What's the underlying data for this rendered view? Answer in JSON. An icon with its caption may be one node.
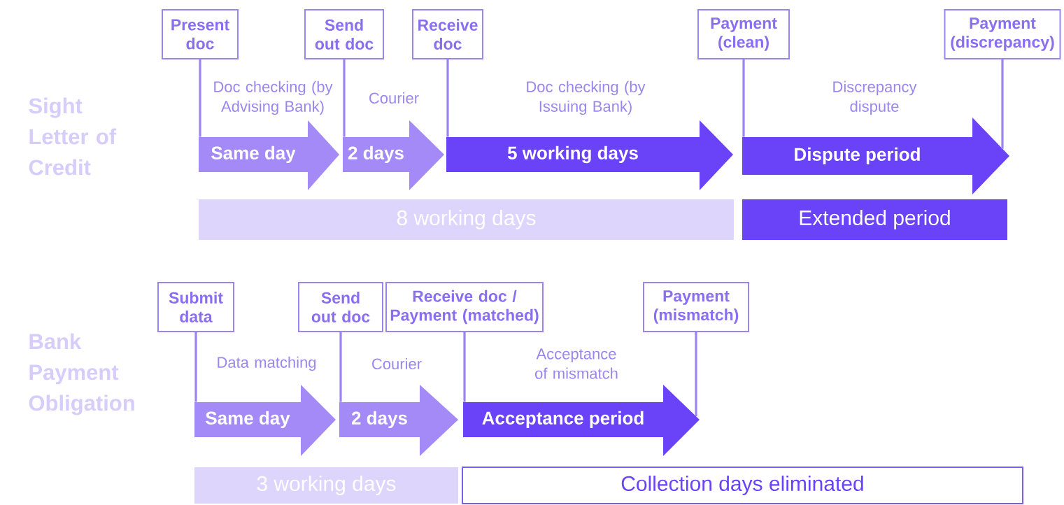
{
  "diagram": {
    "nodes": [
      {
        "text": [
          "Present doc"
        ]
      },
      {
        "text": [
          "Send out doc"
        ]
      },
      {
        "text": [
          "Receive doc"
        ]
      },
      {
        "text": [
          "Payment (clean)"
        ]
      },
      {
        "text": [
          "Payment (discrepancy)"
        ]
      },
      {
        "text": [
          "Same day"
        ],
        "beside": [
          "Doc checking (by Advising Bank)"
        ]
      },
      {
        "text": [
          "2 days"
        ],
        "beside": [
          "Courier"
        ]
      },
      {
        "text": [
          "5 working days"
        ],
        "beside": [
          "Doc checking (by Issuing Bank)"
        ]
      },
      {
        "text": [
          "Dispute period"
        ],
        "beside": [
          "Discrepancy dispute"
        ]
      },
      {
        "text": [
          "8 working days"
        ]
      },
      {
        "text": [
          "Extended period"
        ]
      },
      {
        "text": [
          "Submit data"
        ]
      },
      {
        "text": [
          "Send out doc"
        ]
      },
      {
        "text": [
          "Receive doc / Payment (matched)"
        ]
      },
      {
        "text": [
          "Payment (mismatch)"
        ]
      },
      {
        "text": [
          "Same day"
        ],
        "beside": [
          "Data matching"
        ]
      },
      {
        "text": [
          "2 days"
        ],
        "beside": [
          "Courier"
        ]
      },
      {
        "text": [
          "Acceptance period"
        ],
        "beside": [
          "Acceptance of mismatch"
        ]
      },
      {
        "text": [
          "3 working days"
        ]
      },
      {
        "text": [
          "Collection days eliminated"
        ]
      }
    ],
    "edges": [
      {
        "from": 0,
        "to": 5,
        "arrow": "none"
      },
      {
        "from": 1,
        "to": 6,
        "arrow": "none"
      },
      {
        "from": 2,
        "to": 7,
        "arrow": "none"
      },
      {
        "from": 3,
        "to": 8,
        "arrow": "none"
      },
      {
        "from": 4,
        "to": 8,
        "arrow": "none"
      },
      {
        "from": 11,
        "to": 15,
        "arrow": "none"
      },
      {
        "from": 12,
        "to": 16,
        "arrow": "none"
      },
      {
        "from": 13,
        "to": 17,
        "arrow": "none"
      },
      {
        "from": 14,
        "to": 17,
        "arrow": "none"
      }
    ],
    "labels": [
      "Sight Letter of Credit",
      "Bank Payment Obligation"
    ]
  }
}
